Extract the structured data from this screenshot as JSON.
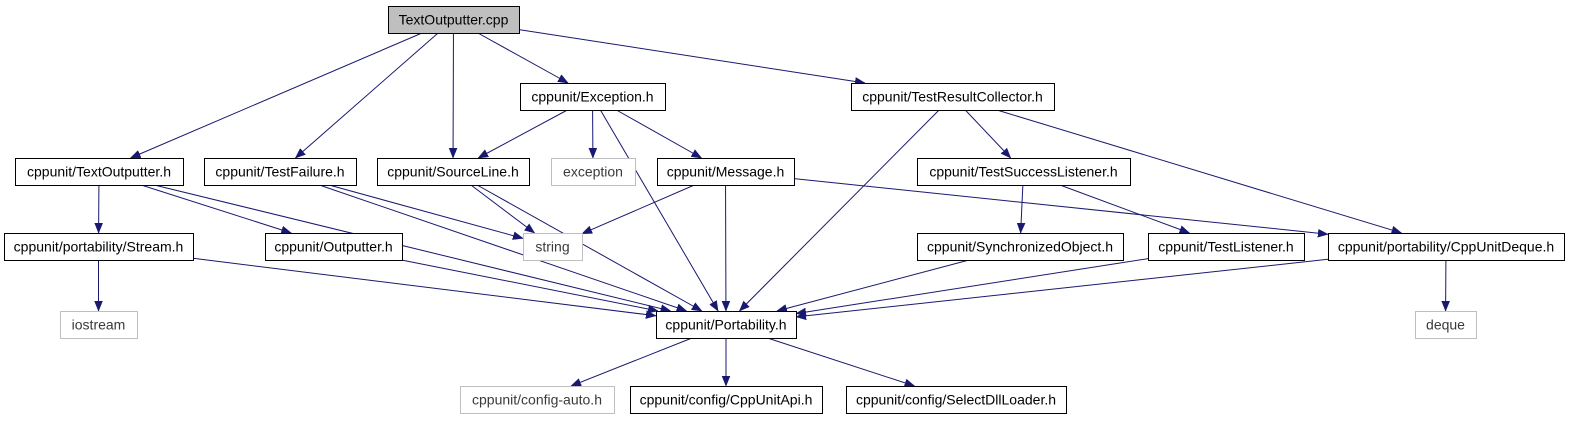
{
  "graph": {
    "colors": {
      "edge": "#191970",
      "node_border": "#000000",
      "root_fill": "#bfbfbf",
      "external_border": "#bfbfbf",
      "external_text": "#3a3a3a",
      "text": "#000000"
    },
    "nodes": [
      {
        "id": "root",
        "label": "TextOutputter.cpp",
        "kind": "root"
      },
      {
        "id": "exception_h",
        "label": "cppunit/Exception.h",
        "kind": "file"
      },
      {
        "id": "trc_h",
        "label": "cppunit/TestResultCollector.h",
        "kind": "file"
      },
      {
        "id": "textoutputter_h",
        "label": "cppunit/TextOutputter.h",
        "kind": "file"
      },
      {
        "id": "testfailure_h",
        "label": "cppunit/TestFailure.h",
        "kind": "file"
      },
      {
        "id": "sourceline_h",
        "label": "cppunit/SourceLine.h",
        "kind": "file"
      },
      {
        "id": "exception",
        "label": "exception",
        "kind": "external"
      },
      {
        "id": "message_h",
        "label": "cppunit/Message.h",
        "kind": "file"
      },
      {
        "id": "tsl_h",
        "label": "cppunit/TestSuccessListener.h",
        "kind": "file"
      },
      {
        "id": "stream_h",
        "label": "cppunit/portability/Stream.h",
        "kind": "file"
      },
      {
        "id": "outputter_h",
        "label": "cppunit/Outputter.h",
        "kind": "file"
      },
      {
        "id": "string",
        "label": "string",
        "kind": "external"
      },
      {
        "id": "syncobj_h",
        "label": "cppunit/SynchronizedObject.h",
        "kind": "file"
      },
      {
        "id": "testlistener_h",
        "label": "cppunit/TestListener.h",
        "kind": "file"
      },
      {
        "id": "deque_h",
        "label": "cppunit/portability/CppUnitDeque.h",
        "kind": "file"
      },
      {
        "id": "iostream",
        "label": "iostream",
        "kind": "external"
      },
      {
        "id": "portability_h",
        "label": "cppunit/Portability.h",
        "kind": "file"
      },
      {
        "id": "deque",
        "label": "deque",
        "kind": "external"
      },
      {
        "id": "config_auto_h",
        "label": "cppunit/config-auto.h",
        "kind": "external"
      },
      {
        "id": "cppunitapi_h",
        "label": "cppunit/config/CppUnitApi.h",
        "kind": "file"
      },
      {
        "id": "selectdll_h",
        "label": "cppunit/config/SelectDllLoader.h",
        "kind": "file"
      }
    ],
    "edges": [
      {
        "from": "root",
        "to": "textoutputter_h"
      },
      {
        "from": "root",
        "to": "testfailure_h"
      },
      {
        "from": "root",
        "to": "sourceline_h"
      },
      {
        "from": "root",
        "to": "exception_h"
      },
      {
        "from": "root",
        "to": "trc_h"
      },
      {
        "from": "exception_h",
        "to": "sourceline_h"
      },
      {
        "from": "exception_h",
        "to": "exception"
      },
      {
        "from": "exception_h",
        "to": "message_h"
      },
      {
        "from": "exception_h",
        "to": "portability_h"
      },
      {
        "from": "trc_h",
        "to": "tsl_h"
      },
      {
        "from": "trc_h",
        "to": "deque_h"
      },
      {
        "from": "trc_h",
        "to": "portability_h"
      },
      {
        "from": "textoutputter_h",
        "to": "stream_h"
      },
      {
        "from": "textoutputter_h",
        "to": "outputter_h"
      },
      {
        "from": "textoutputter_h",
        "to": "portability_h"
      },
      {
        "from": "testfailure_h",
        "to": "string"
      },
      {
        "from": "testfailure_h",
        "to": "portability_h"
      },
      {
        "from": "sourceline_h",
        "to": "string"
      },
      {
        "from": "sourceline_h",
        "to": "portability_h"
      },
      {
        "from": "message_h",
        "to": "string"
      },
      {
        "from": "message_h",
        "to": "portability_h"
      },
      {
        "from": "message_h",
        "to": "deque_h"
      },
      {
        "from": "tsl_h",
        "to": "syncobj_h"
      },
      {
        "from": "tsl_h",
        "to": "testlistener_h"
      },
      {
        "from": "stream_h",
        "to": "iostream"
      },
      {
        "from": "stream_h",
        "to": "portability_h"
      },
      {
        "from": "outputter_h",
        "to": "portability_h"
      },
      {
        "from": "syncobj_h",
        "to": "portability_h"
      },
      {
        "from": "testlistener_h",
        "to": "portability_h"
      },
      {
        "from": "deque_h",
        "to": "deque"
      },
      {
        "from": "deque_h",
        "to": "portability_h"
      },
      {
        "from": "portability_h",
        "to": "config_auto_h"
      },
      {
        "from": "portability_h",
        "to": "cppunitapi_h"
      },
      {
        "from": "portability_h",
        "to": "selectdll_h"
      }
    ]
  }
}
